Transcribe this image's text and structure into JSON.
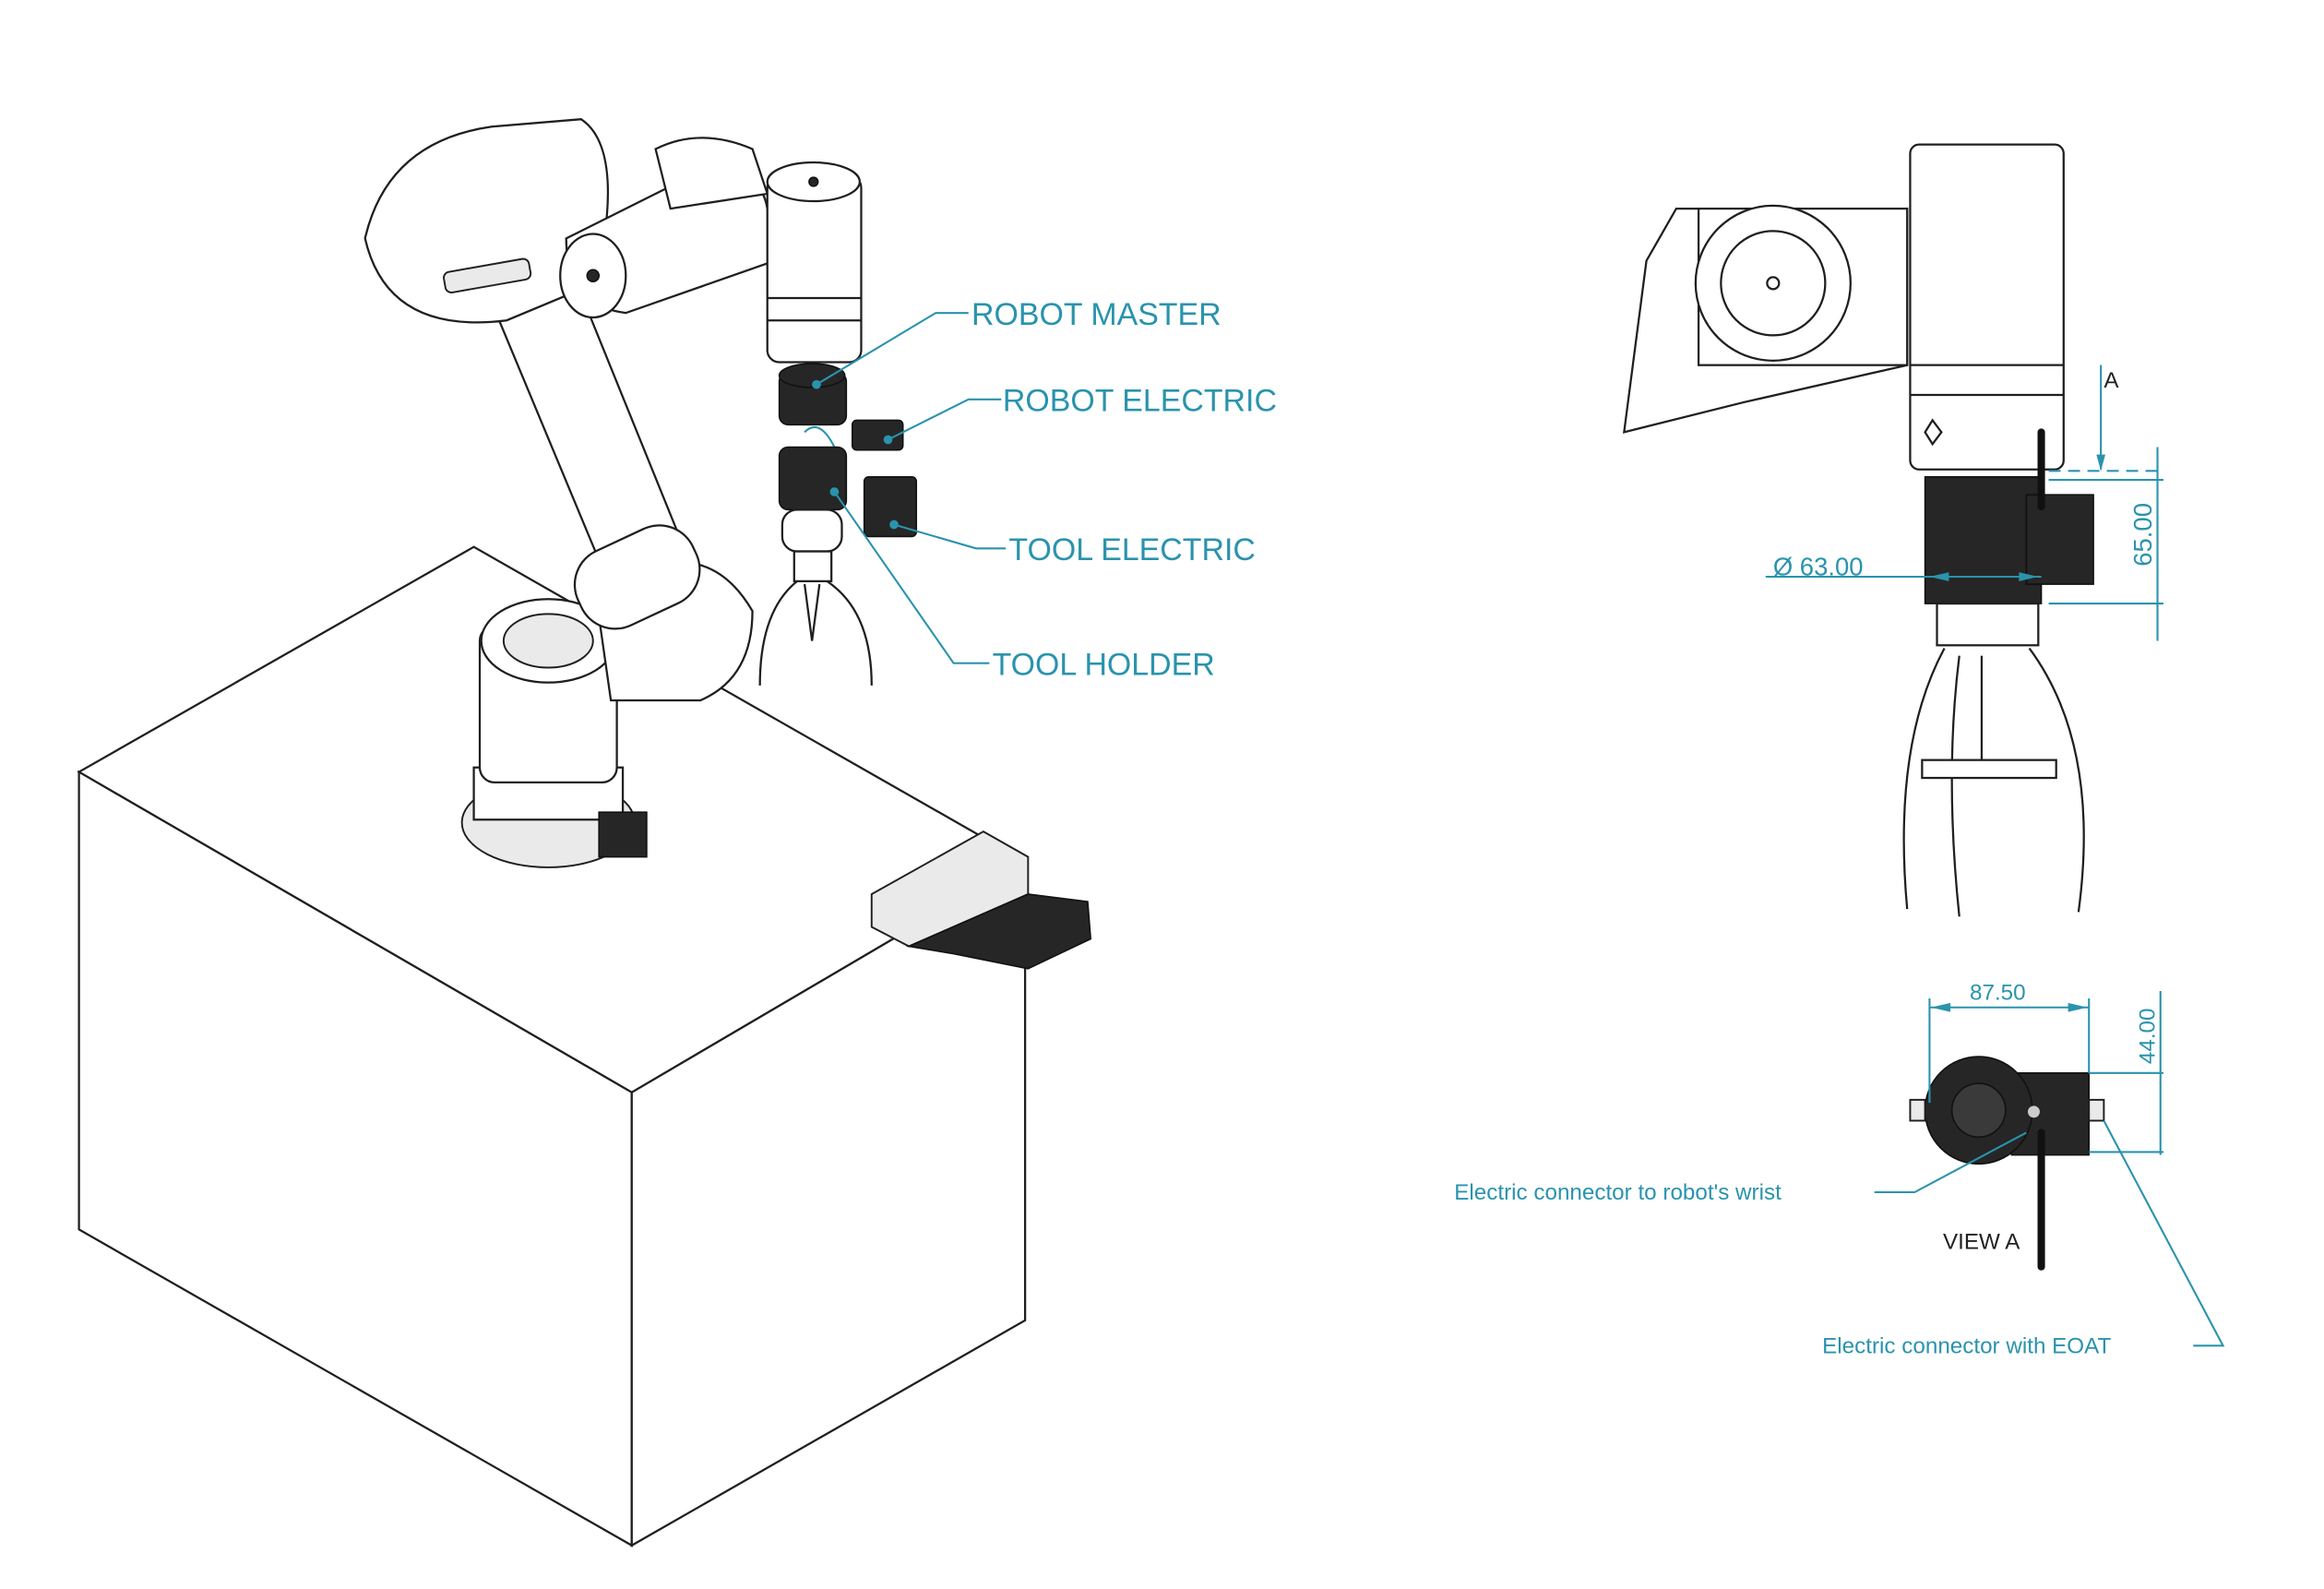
{
  "callouts": {
    "robot_master": "ROBOT MASTER",
    "robot_electric": "ROBOT ELECTRIC",
    "tool_electric": "TOOL ELECTRIC",
    "tool_holder": "TOOL HOLDER"
  },
  "side_view": {
    "diameter": "Ø 63.00",
    "height": "65.00",
    "view_marker": "A"
  },
  "view_a": {
    "title": "VIEW A",
    "width": "87.50",
    "height": "44.00",
    "note_wrist": "Electric connector to robot's wrist",
    "note_eoat": "Electric connector with EOAT"
  },
  "colors": {
    "annotation": "#2a93ad",
    "part_dark": "#262626"
  }
}
